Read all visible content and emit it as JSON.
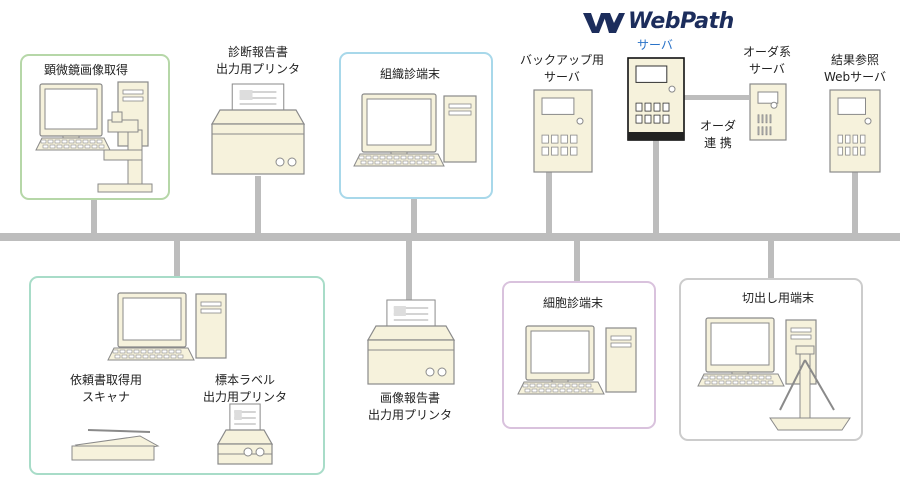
{
  "logo": {
    "word": "WebPath",
    "subtitle": "サーバ"
  },
  "colors": {
    "network": "#bdbdbd",
    "green_box": "#b6d7a8",
    "blue_box": "#a8d8ea",
    "teal_box": "#a8dcc8",
    "purple_box": "#d9c2dd",
    "gray_box": "#cccccc",
    "device_fill": "#f6f2dc",
    "device_stroke": "#8a8a8a",
    "server_accent": "#1c2d5c"
  },
  "nodes": {
    "microscope": {
      "label": "顕微鏡画像取得"
    },
    "diag_printer": {
      "label_l1": "診断報告書",
      "label_l2": "出力用プリンタ"
    },
    "histo_terminal": {
      "label": "組織診端末"
    },
    "backup_server": {
      "label_l1": "バックアップ用",
      "label_l2": "サーバ"
    },
    "order_server": {
      "label_l1": "オーダ系",
      "label_l2": "サーバ"
    },
    "order_link": {
      "label_l1": "オーダ",
      "label_l2": "連 携"
    },
    "result_server": {
      "label_l1": "結果参照",
      "label_l2": "Webサーバ"
    },
    "request_scanner": {
      "label_l1": "依頼書取得用",
      "label_l2": "スキャナ"
    },
    "specimen_printer": {
      "label_l1": "標本ラベル",
      "label_l2": "出力用プリンタ"
    },
    "image_printer": {
      "label_l1": "画像報告書",
      "label_l2": "出力用プリンタ"
    },
    "cyto_terminal": {
      "label": "細胞診端末"
    },
    "cutting_terminal": {
      "label": "切出し用端末"
    }
  }
}
